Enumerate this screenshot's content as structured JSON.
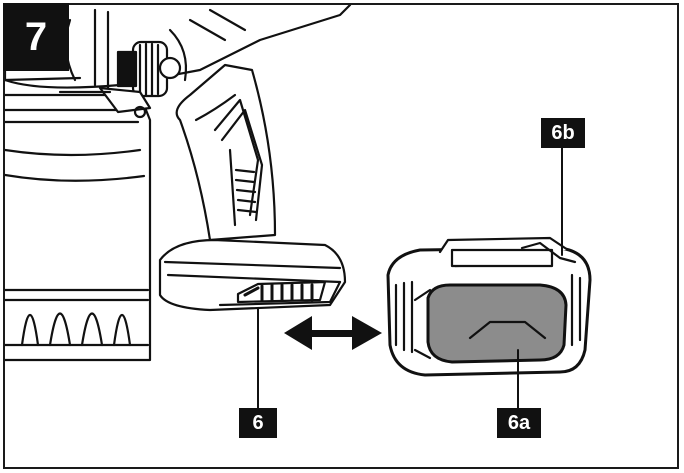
{
  "figure": {
    "step_number": "7",
    "callouts": {
      "tool_handle": "6",
      "battery_body": "6a",
      "battery_latch": "6b"
    },
    "colors": {
      "ink": "#111111",
      "battery_fill": "#8c8c8c",
      "background": "#ffffff"
    },
    "icons": [
      "double-headed-arrow-icon"
    ]
  }
}
